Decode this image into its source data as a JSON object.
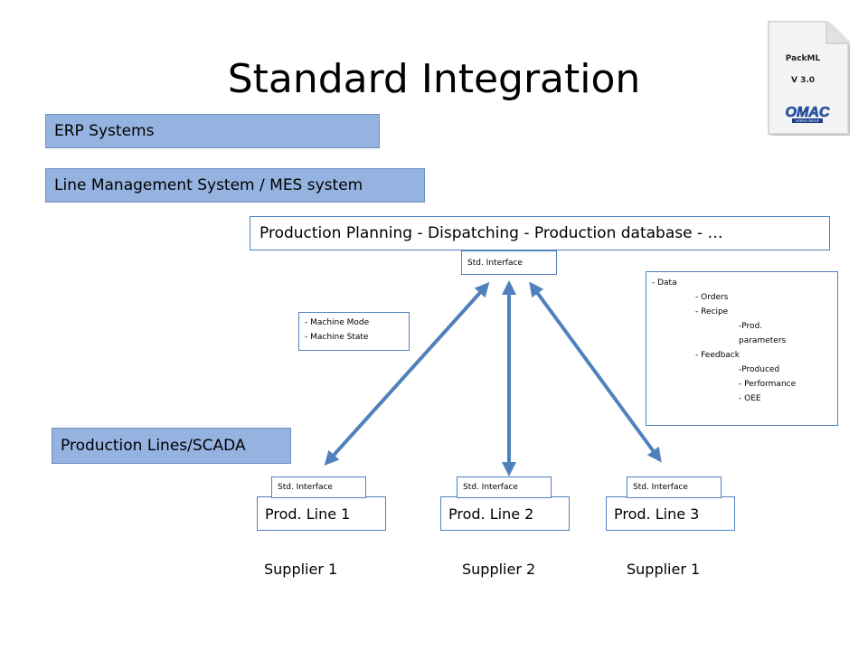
{
  "title": "Standard Integration",
  "doc_icon": {
    "line1": "PackML",
    "line2": "V 3.0",
    "logo_text": "OMAC",
    "logo_sub": "USERS GROUP",
    "icon": "document-icon"
  },
  "layers": {
    "erp": "ERP Systems",
    "mes": "Line Management System / MES system",
    "scada": "Production Lines/SCADA"
  },
  "production_planning": "Production Planning  -  Dispatching  -  Production database  -  …",
  "std_interface_top": "Std. Interface",
  "machine_note": [
    "- Machine  Mode",
    "- Machine  State"
  ],
  "data_note": {
    "l0": "- Data",
    "l1": "- Orders",
    "l2": "- Recipe",
    "l3": "-Prod.",
    "l4": "parameters",
    "l5": "- Feedback",
    "l6": "-Produced",
    "l7": "- Performance",
    "l8": "- OEE"
  },
  "lines": [
    {
      "interface": "Std. Interface",
      "name": "Prod. Line 1",
      "supplier": "Supplier 1"
    },
    {
      "interface": "Std. Interface",
      "name": "Prod. Line 2",
      "supplier": "Supplier 2"
    },
    {
      "interface": "Std. Interface",
      "name": "Prod. Line 3",
      "supplier": "Supplier 1"
    }
  ],
  "colors": {
    "layer_fill": "#95b3e0",
    "arrow": "#4f81bd",
    "box_border": "#4f81bd"
  }
}
